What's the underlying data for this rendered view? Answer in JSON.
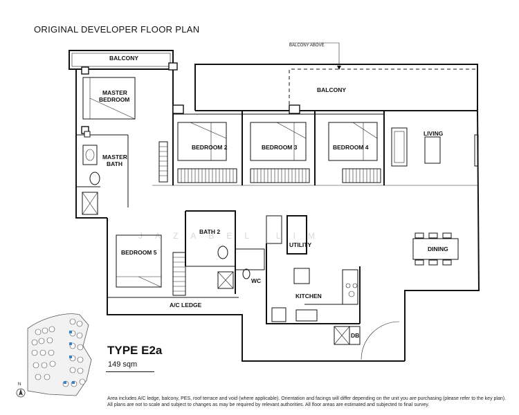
{
  "heading": "ORIGINAL DEVELOPER FLOOR PLAN",
  "unit_type": "TYPE E2a",
  "unit_area": "149 sqm",
  "watermark": "JAZABEL LIM",
  "rooms": {
    "balcony_top_left": "BALCONY",
    "balcony_above": "BALCONY ABOVE",
    "balcony_main": "BALCONY",
    "master_bedroom_line1": "MASTER",
    "master_bedroom_line2": "BEDROOM",
    "master_bath_line1": "MASTER",
    "master_bath_line2": "BATH",
    "bedroom2": "BEDROOM 2",
    "bedroom3": "BEDROOM 3",
    "bedroom4": "BEDROOM 4",
    "living": "LIVING",
    "bath2": "BATH 2",
    "utility": "UTILITY",
    "bedroom5": "BEDROOM 5",
    "wc": "WC",
    "dining": "DINING",
    "kitchen": "KITCHEN",
    "ac_ledge": "A/C LEDGE",
    "db": "DB"
  },
  "key_plan": {
    "north": "N"
  },
  "disclaimer": [
    "Area includes A/C ledge, balcony, PES, roof terrace and void (where applicable). Orientation and facings will differ depending on the unit you are purchasing (please refer to the key plan).",
    "All plans are not to scale and subject to changes as may be required by relevant authorities. All floor areas are estimated and subjected to final survey."
  ]
}
